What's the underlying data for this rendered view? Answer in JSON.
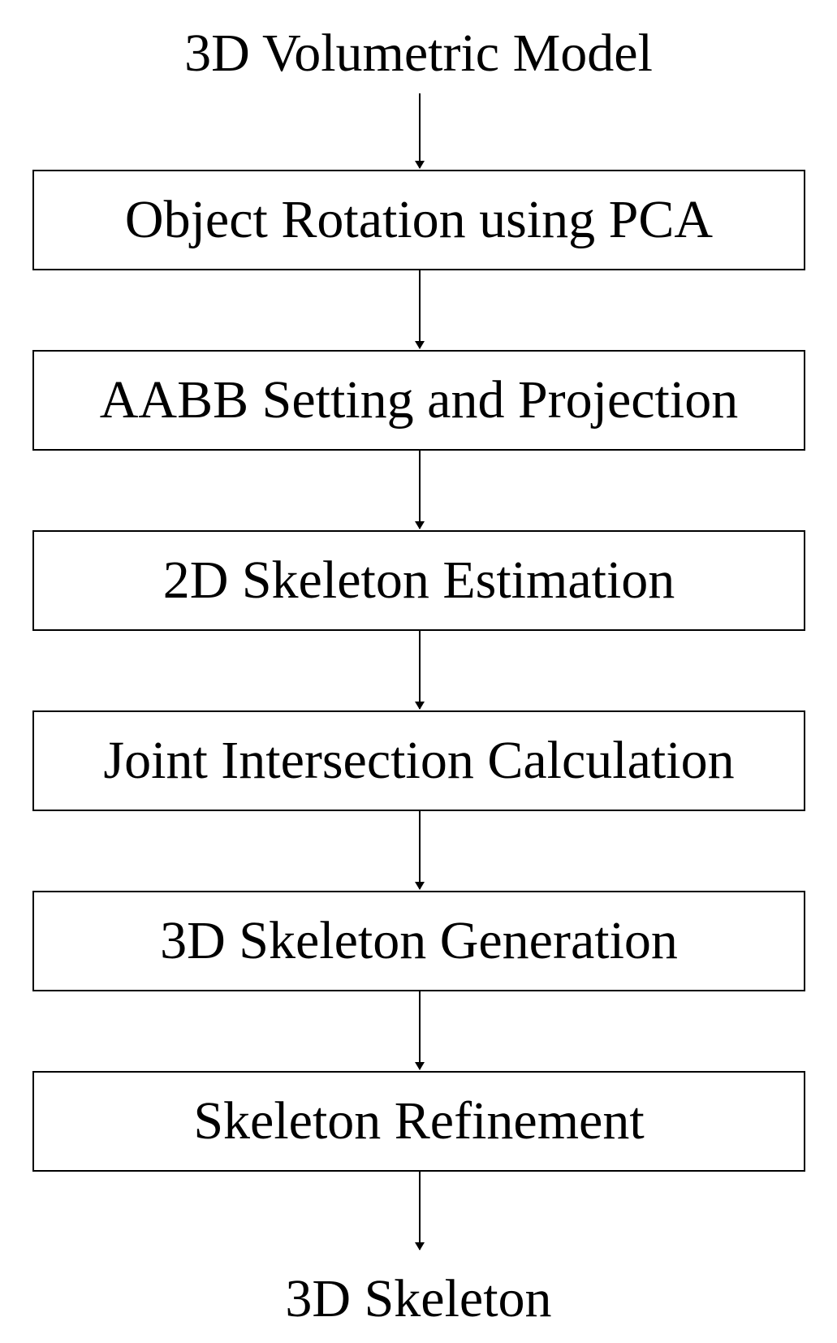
{
  "diagram": {
    "start_label": "3D Volumetric Model",
    "steps": [
      {
        "label": "Object Rotation using PCA"
      },
      {
        "label": "AABB Setting and Projection"
      },
      {
        "label": "2D Skeleton Estimation"
      },
      {
        "label": "Joint Intersection Calculation"
      },
      {
        "label": "3D Skeleton Generation"
      },
      {
        "label": "Skeleton Refinement"
      }
    ],
    "end_label": "3D Skeleton"
  }
}
